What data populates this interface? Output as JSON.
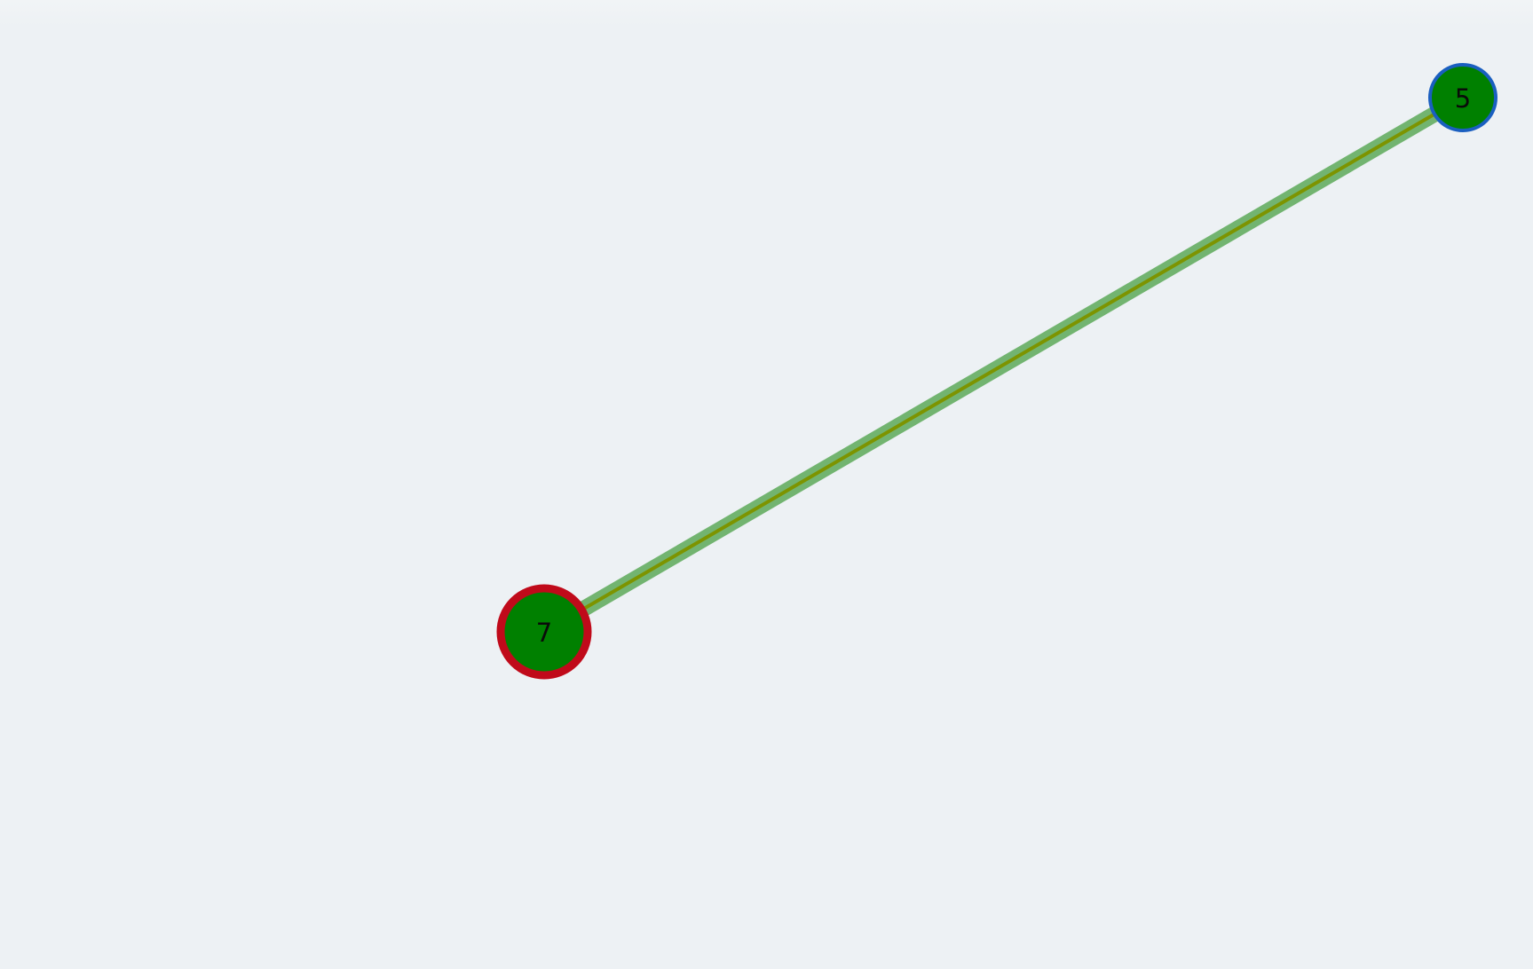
{
  "graph": {
    "nodes": [
      {
        "id": "n5",
        "label": "5",
        "fill": "#008000",
        "stroke": "#1a5fc0"
      },
      {
        "id": "n7",
        "label": "7",
        "fill": "#008000",
        "stroke": "#c00a1a"
      }
    ],
    "edges": [
      {
        "from": "n7",
        "to": "n5",
        "halo_color": "#72b470",
        "core_color": "#7d9400"
      }
    ]
  },
  "colors": {
    "background": "#edf1f4"
  }
}
